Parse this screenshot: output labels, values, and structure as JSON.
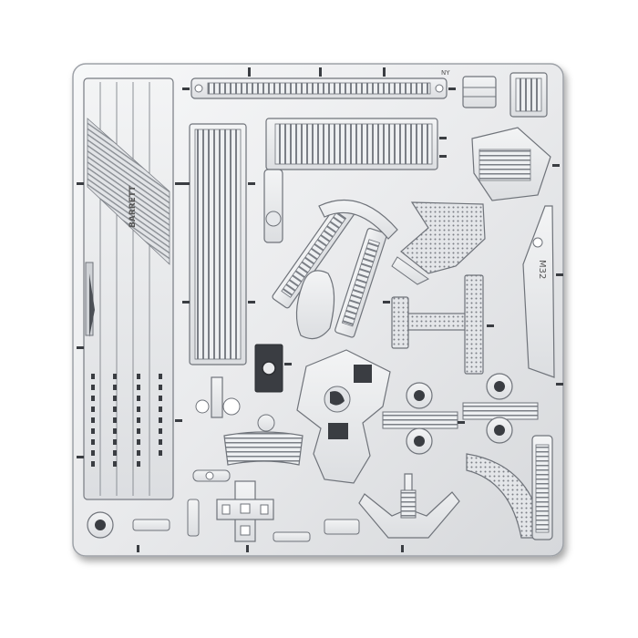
{
  "sheet": {
    "corner_marking": "NY",
    "vertical_stamp": "BARRETT",
    "side_marking": "M32"
  },
  "colors": {
    "background": "#ffffff",
    "metal_light": "#f1f2f4",
    "metal_mid": "#d9dbde",
    "etch_line": "#6f737a",
    "dark": "#3a3d42"
  }
}
